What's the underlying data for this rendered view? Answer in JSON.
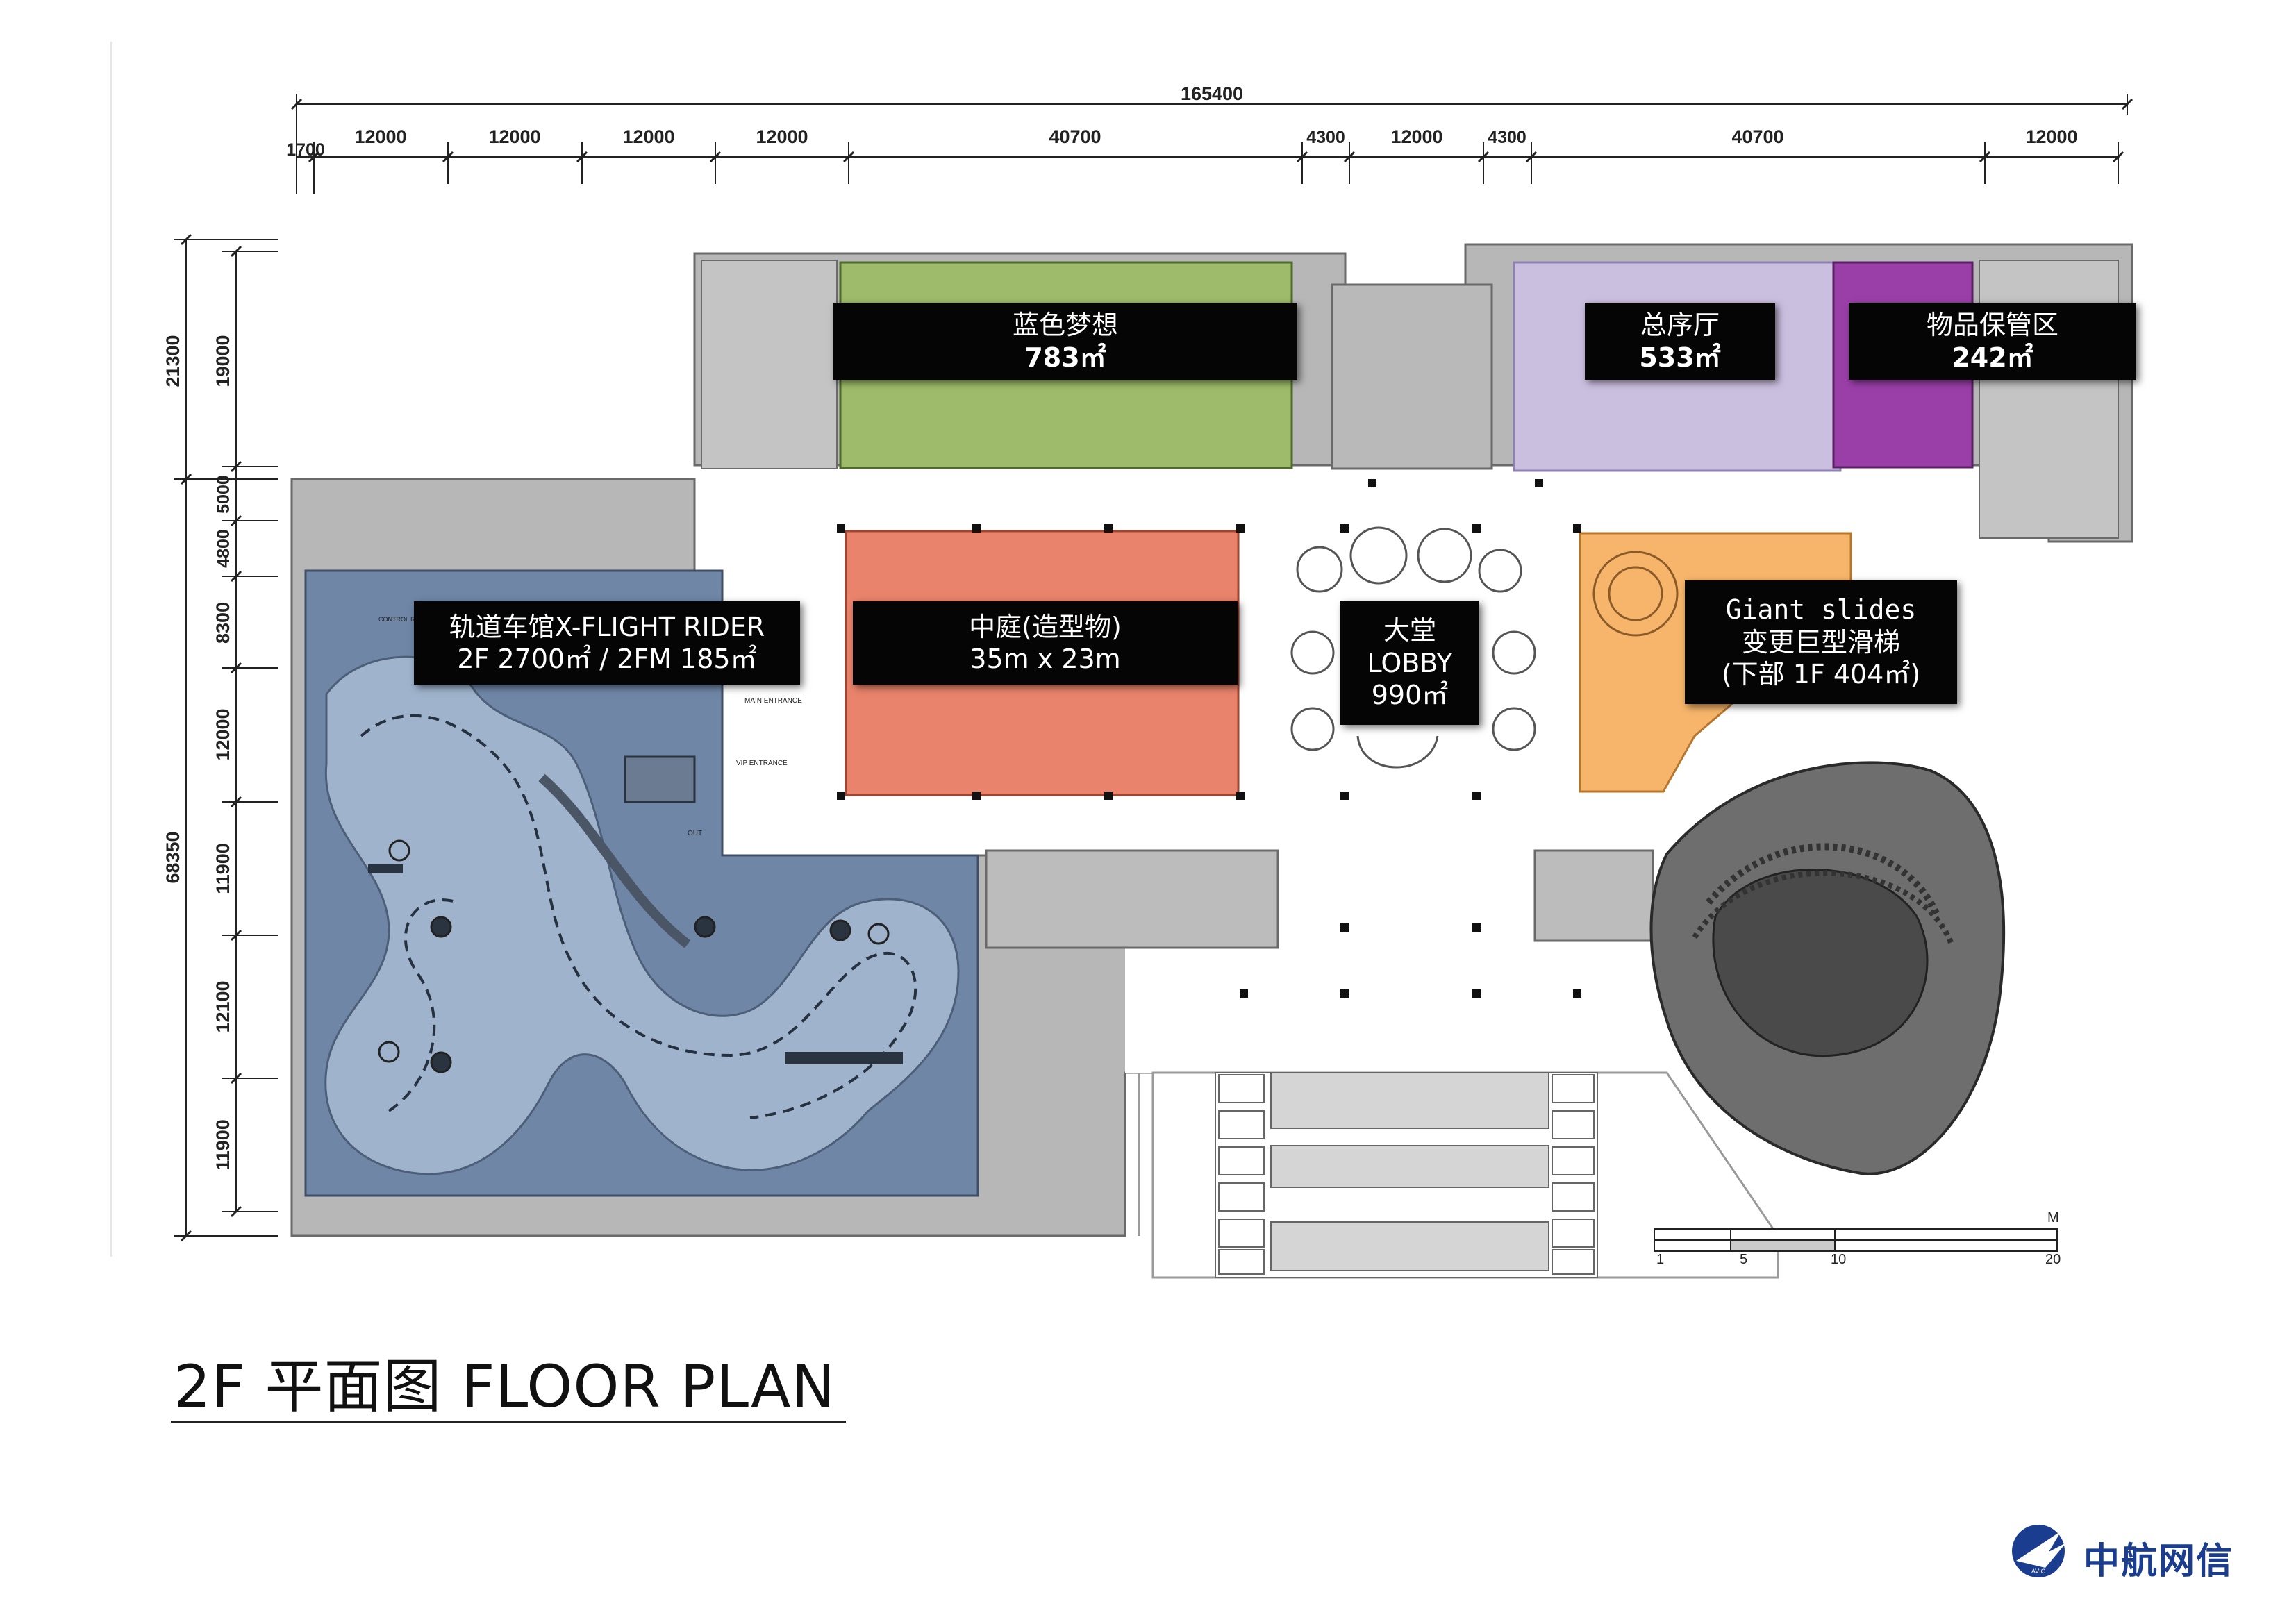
{
  "top_dimensions": {
    "total": "165400",
    "segments": [
      "1700",
      "12000",
      "12000",
      "12000",
      "12000",
      "40700",
      "4300",
      "12000",
      "4300",
      "40700",
      "12000"
    ]
  },
  "left_dimensions": {
    "outer": [
      "21300",
      "68350"
    ],
    "inner": [
      "19000",
      "5000",
      "4800",
      "8300",
      "12000",
      "11900",
      "12100",
      "11900"
    ]
  },
  "labels": {
    "blue_dream": {
      "name": "蓝色梦想",
      "area": "783㎡"
    },
    "main_hall": {
      "name": "总序厅",
      "area": "533㎡"
    },
    "storage": {
      "name": "物品保管区",
      "area": "242㎡"
    },
    "flight_rider": {
      "name": "轨道车馆X-FLIGHT RIDER",
      "area": "2F 2700㎡ / 2FM 185㎡"
    },
    "atrium": {
      "name": "中庭(造型物)",
      "size": "35m x 23m"
    },
    "lobby": {
      "name_cn": "大堂",
      "name_en": "LOBBY",
      "area": "990㎡"
    },
    "slides": {
      "name_en": "Giant slides",
      "name_cn": "变更巨型滑梯",
      "area": "(下部 1F 404㎡)"
    }
  },
  "plan_marks": {
    "main_entrance": "MAIN ENTRANCE",
    "vip_entrance": "VIP ENTRANCE",
    "out": "OUT",
    "control_room": "CONTROL ROOM"
  },
  "scale_bar": {
    "unit": "M",
    "ticks": [
      "1",
      "5",
      "10",
      "20"
    ]
  },
  "title": "2F 平面图  FLOOR PLAN",
  "logo": {
    "text": "中航网信",
    "sub": "AVIC"
  },
  "colors": {
    "blue_dream": "#9dbb6a",
    "main_hall": "#cbbfe0",
    "storage": "#9a3fa8",
    "flight_rider": "#6f86a6",
    "atrium": "#e9836c",
    "slides": "#f6b56b",
    "theater": "#555555",
    "wall": "#9a9a9a",
    "logo": "#1b3d8f"
  }
}
